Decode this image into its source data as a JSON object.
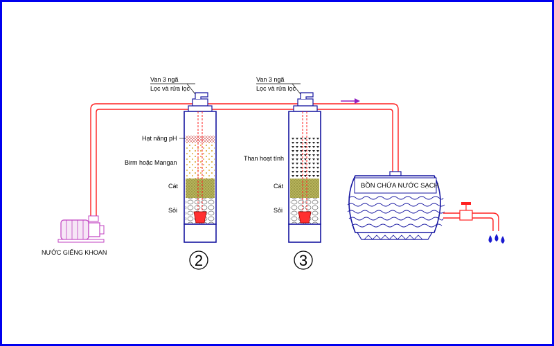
{
  "valve_top": "Van 3 ngã",
  "valve_bottom": "Lọc và rửa lọc",
  "filter2": {
    "number": "2",
    "layer_ph": "Hạt năng pH",
    "layer_birm": "Birm hoặc Mangan",
    "layer_sand": "Cát",
    "layer_gravel": "Sỏi"
  },
  "filter3": {
    "number": "3",
    "layer_carbon": "Than hoạt tính",
    "layer_sand": "Cát",
    "layer_gravel": "Sỏi"
  },
  "tank_label": "BỒN CHỨA NƯỚC SẠCH",
  "pump_label": "NƯỚC GIẾNG KHOAN",
  "colors": {
    "pipe": "#ff2020",
    "outline": "#1515a0",
    "arrow": "#9020c0",
    "frame": "#0000ee",
    "pump": "#c040c0",
    "sand": "#b8b45a",
    "drop": "#1a1ad0"
  }
}
